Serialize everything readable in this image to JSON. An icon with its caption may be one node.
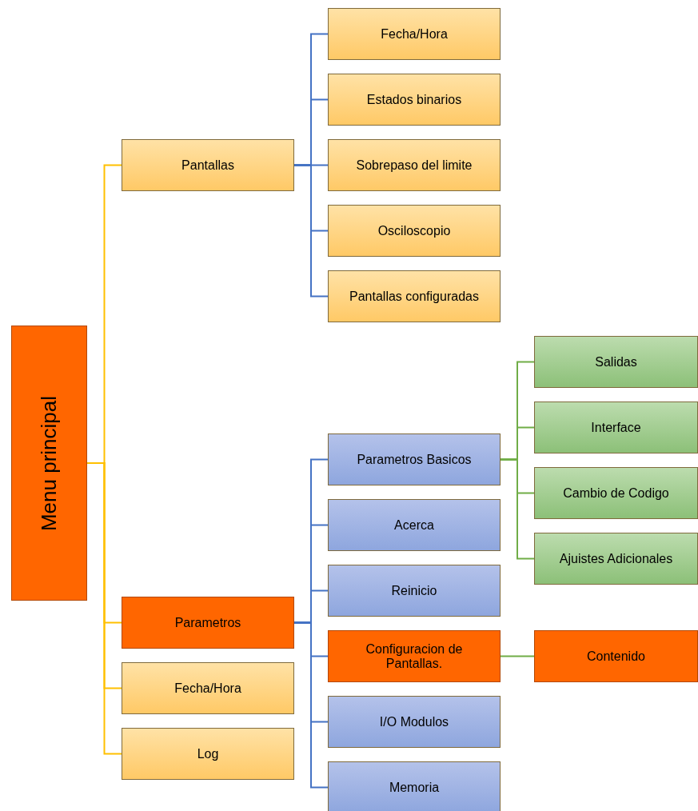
{
  "diagram": {
    "nodes": [
      {
        "text": [
          "Menu principal"
        ]
      },
      {
        "text": [
          "Pantallas"
        ]
      },
      {
        "text": [
          "Fecha/Hora"
        ]
      },
      {
        "text": [
          "Estados binarios"
        ]
      },
      {
        "text": [
          "Sobrepaso del limite"
        ]
      },
      {
        "text": [
          "Osciloscopio"
        ]
      },
      {
        "text": [
          "Pantallas configuradas"
        ]
      },
      {
        "text": [
          "Parametros"
        ]
      },
      {
        "text": [
          "Parametros Basicos"
        ]
      },
      {
        "text": [
          "Salidas"
        ]
      },
      {
        "text": [
          "Interface"
        ]
      },
      {
        "text": [
          "Cambio de Codigo"
        ]
      },
      {
        "text": [
          "Ajuistes Adicionales"
        ]
      },
      {
        "text": [
          "Acerca"
        ]
      },
      {
        "text": [
          "Reinicio"
        ]
      },
      {
        "text": [
          "Configuracion de Pantallas."
        ]
      },
      {
        "text": [
          "Contenido"
        ]
      },
      {
        "text": [
          "I/O Modulos"
        ]
      },
      {
        "text": [
          "Memoria"
        ]
      },
      {
        "text": [
          "Fecha/Hora"
        ]
      },
      {
        "text": [
          "Log"
        ]
      }
    ],
    "edges": [
      {
        "from": 0,
        "to": 1,
        "arrow": "none",
        "color": "#ffc000"
      },
      {
        "from": 0,
        "to": 7,
        "arrow": "none",
        "color": "#ffc000"
      },
      {
        "from": 0,
        "to": 19,
        "arrow": "none",
        "color": "#ffc000"
      },
      {
        "from": 0,
        "to": 20,
        "arrow": "none",
        "color": "#ffc000"
      },
      {
        "from": 1,
        "to": 2,
        "arrow": "none"
      },
      {
        "from": 1,
        "to": 3,
        "arrow": "none"
      },
      {
        "from": 1,
        "to": 4,
        "arrow": "none"
      },
      {
        "from": 1,
        "to": 5,
        "arrow": "none"
      },
      {
        "from": 1,
        "to": 6,
        "arrow": "none"
      },
      {
        "from": 7,
        "to": 8,
        "arrow": "none"
      },
      {
        "from": 7,
        "to": 13,
        "arrow": "none"
      },
      {
        "from": 7,
        "to": 14,
        "arrow": "none"
      },
      {
        "from": 7,
        "to": 15,
        "arrow": "none"
      },
      {
        "from": 7,
        "to": 17,
        "arrow": "none"
      },
      {
        "from": 7,
        "to": 18,
        "arrow": "none"
      },
      {
        "from": 8,
        "to": 9,
        "arrow": "none",
        "color": "#70ad47"
      },
      {
        "from": 8,
        "to": 10,
        "arrow": "none",
        "color": "#70ad47"
      },
      {
        "from": 8,
        "to": 11,
        "arrow": "none",
        "color": "#70ad47"
      },
      {
        "from": 8,
        "to": 12,
        "arrow": "none",
        "color": "#70ad47"
      },
      {
        "from": 15,
        "to": 16,
        "arrow": "none",
        "color": "#70ad47"
      }
    ]
  }
}
